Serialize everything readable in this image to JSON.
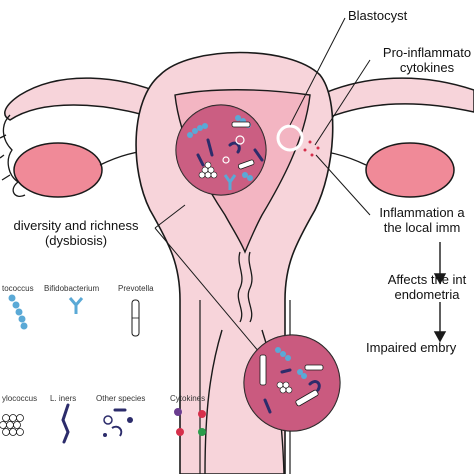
{
  "labels": {
    "blastocyst": "Blastocyst",
    "cytokines_line1": "Pro-inflammato",
    "cytokines_line2": "cytokines",
    "dysbiosis_line1": "diversity and richness",
    "dysbiosis_line2": "(dysbiosis)",
    "inflammation_line1": "Inflammation a",
    "inflammation_line2": "the local imm",
    "affects_line1": "Affects the int",
    "affects_line2": "endometria",
    "impaired": "Impaired embry"
  },
  "legend": {
    "streptococcus": "tococcus",
    "bifidobacterium": "Bifidobacterium",
    "prevotella": "Prevotella",
    "staphylococcus": "ylococcus",
    "l_iners": "L. iners",
    "other_species": "Other species",
    "cytokines": "Cytokines"
  },
  "colors": {
    "uterus_fill": "#f7d4da",
    "outline": "#1a1a1a",
    "cavity_fill": "#f3b5c2",
    "ovary_fill": "#f08a98",
    "inset_fill": "#c0446e",
    "bacteria_blue": "#5aa9d6",
    "bacteria_navy": "#2c2c6b",
    "cytokine_red": "#d6304b",
    "cytokine_green": "#2a9d4b",
    "cytokine_purple": "#6a3d8f"
  }
}
